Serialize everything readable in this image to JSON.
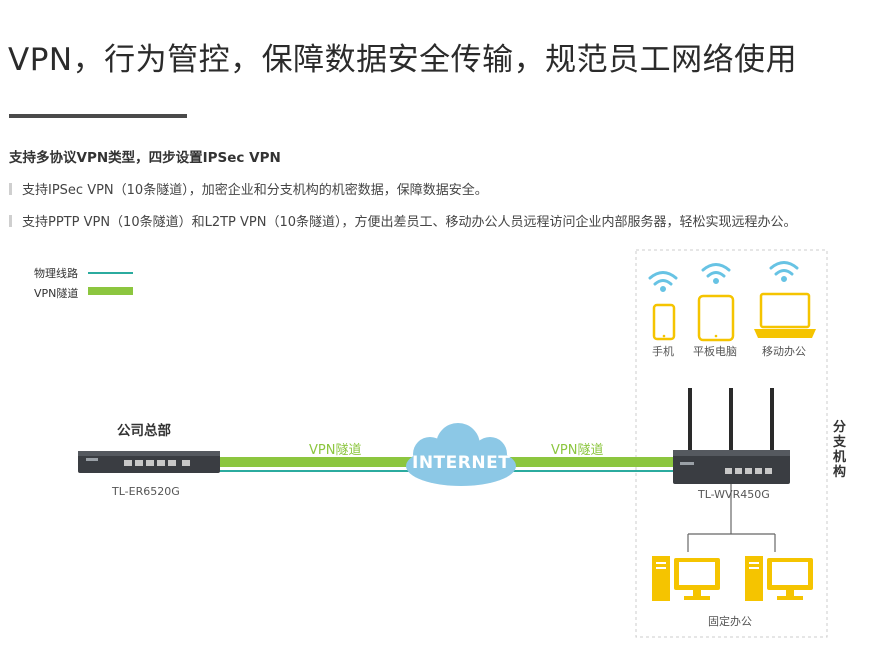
{
  "title": "VPN，行为管控，保障数据安全传输，规范员工网络使用",
  "subheading": "支持多协议VPN类型，四步设置IPSec VPN",
  "bullets": [
    "支持IPSec VPN（10条隧道），加密企业和分支机构的机密数据，保障数据安全。",
    "支持PPTP VPN（10条隧道）和L2TP VPN（10条隧道），方便出差员工、移动办公人员远程访问企业内部服务器，轻松实现远程办公。"
  ],
  "legend": {
    "physical": "物理线路",
    "vpn": "VPN隧道"
  },
  "hq": {
    "label": "公司总部",
    "model": "TL-ER6520G"
  },
  "branch": {
    "label": "分支机构",
    "model": "TL-WVR450G"
  },
  "internet": "INTERNET",
  "tunnel_label_left": "VPN隧道",
  "tunnel_label_right": "VPN隧道",
  "devices": {
    "phone": "手机",
    "tablet": "平板电脑",
    "laptop": "移动办公",
    "fixed": "固定办公"
  },
  "colors": {
    "physical_line": "#2bab9f",
    "vpn_tunnel": "#8cc63f",
    "device_yellow": "#f5c400",
    "cloud": "#8cc8e6",
    "wifi": "#67c3e4"
  }
}
